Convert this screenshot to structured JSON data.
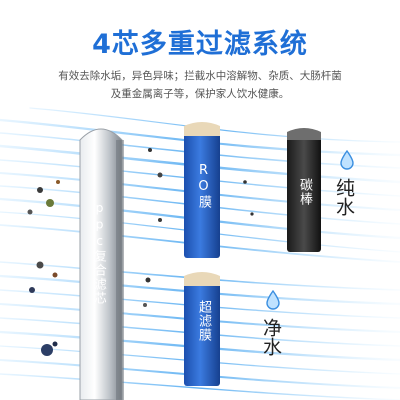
{
  "title": "4芯多重过滤系统",
  "description": {
    "line1": "有效去除水垢，异色异味；拦截水中溶解物、杂质、大肠杆菌",
    "line2": "及重金属离子等，保护家人饮水健康。"
  },
  "filters": {
    "ppc": "ppc复合滤芯",
    "ro": "RO膜",
    "ultrafiltration": "超滤膜",
    "carbon": "碳棒"
  },
  "outputs": {
    "pure_water": "纯水",
    "clean_water": "净水"
  },
  "icons": {
    "pure_drop": "water-drop-icon",
    "clean_drop": "water-drop-icon"
  },
  "colors": {
    "title": "#1f6fd6",
    "ro_membrane": "#2a63c6",
    "carbon_rod": "#2b2b2b",
    "ppc_cartridge": "#c7cbd0",
    "water_flow": "#4fa8f0"
  }
}
